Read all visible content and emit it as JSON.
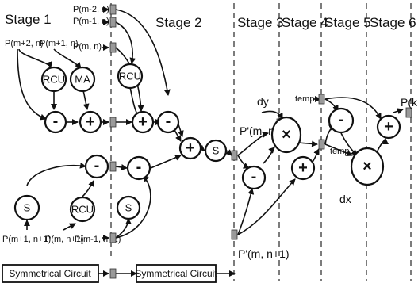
{
  "stages": [
    "Stage 1",
    "Stage 2",
    "Stage 3",
    "Stage 4",
    "Stage 5",
    "Stage 6"
  ],
  "inputs": {
    "top_right": [
      "P(m-2, n)",
      "P(m-1, n)",
      "P(m, n)"
    ],
    "top_left": [
      "P(m+2, n)",
      "P(m+1, n)"
    ],
    "bottom": [
      "P(m+1, n+1)",
      "P(m, n+1)",
      "P(m-1, n+1)"
    ]
  },
  "blocks": {
    "rcu": "RCU",
    "ma": "MA",
    "s": "S",
    "symmetrical_circuit": "Symmetrical Circuit"
  },
  "operators": {
    "add": "+",
    "sub": "-",
    "mul": "×"
  },
  "signals": {
    "p_prime_mn": "P'(m, n)",
    "p_prime_mn1": "P'(m, n+1)",
    "dy": "dy",
    "dx": "dx",
    "temp": "temp",
    "output": "P(k,"
  }
}
